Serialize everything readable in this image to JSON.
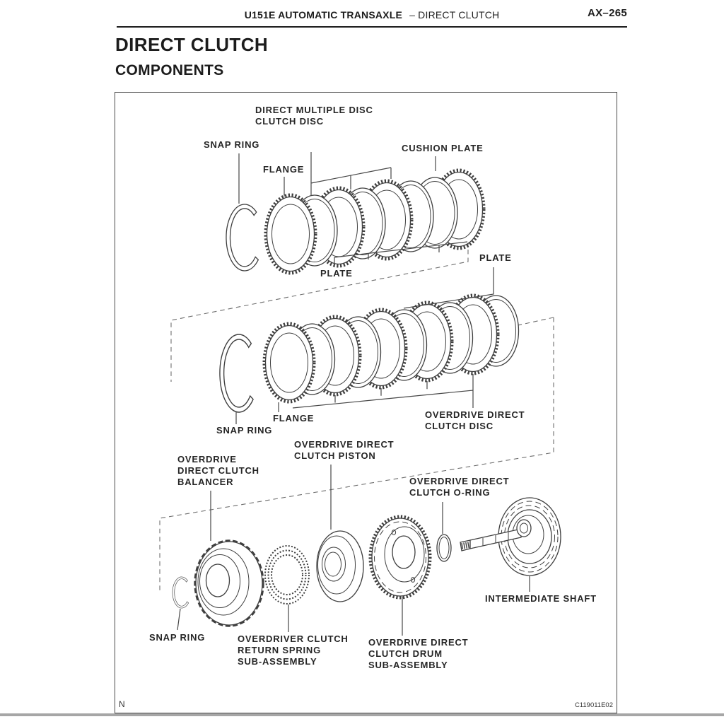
{
  "header": {
    "title_bold": "U151E AUTOMATIC TRANSAXLE",
    "section": "–  DIRECT CLUTCH",
    "page_code": "AX–265"
  },
  "titles": {
    "main": "DIRECT CLUTCH",
    "sub": "COMPONENTS"
  },
  "figure": {
    "footnote": "N",
    "code": "C119011E02",
    "labels": {
      "direct_multiple_disc": {
        "l1": "DIRECT MULTIPLE DISC",
        "l2": "CLUTCH DISC"
      },
      "snap_ring_top": {
        "l1": "SNAP RING"
      },
      "flange_top": {
        "l1": "FLANGE"
      },
      "cushion_plate": {
        "l1": "CUSHION PLATE"
      },
      "plate_right": {
        "l1": "PLATE"
      },
      "plate_bottom": {
        "l1": "PLATE"
      },
      "flange_mid": {
        "l1": "FLANGE"
      },
      "snap_ring_mid": {
        "l1": "SNAP RING"
      },
      "overdrive_direct_clutch_disc": {
        "l1": "OVERDRIVE DIRECT",
        "l2": "CLUTCH DISC"
      },
      "overdrive_direct_clutch_piston": {
        "l1": "OVERDRIVE DIRECT",
        "l2": "CLUTCH PISTON"
      },
      "overdrive_direct_clutch_balancer": {
        "l1": "OVERDRIVE",
        "l2": "DIRECT CLUTCH",
        "l3": "BALANCER"
      },
      "overdrive_direct_clutch_oring": {
        "l1": "OVERDRIVE DIRECT",
        "l2": "CLUTCH O-RING"
      },
      "intermediate_shaft": {
        "l1": "INTERMEDIATE SHAFT"
      },
      "snap_ring_bottom": {
        "l1": "SNAP RING"
      },
      "overdriver_clutch_return_spring": {
        "l1": "OVERDRIVER CLUTCH",
        "l2": "RETURN SPRING",
        "l3": "SUB-ASSEMBLY"
      },
      "overdrive_direct_clutch_drum": {
        "l1": "OVERDRIVE DIRECT",
        "l2": "CLUTCH DRUM",
        "l3": "SUB-ASSEMBLY"
      }
    }
  },
  "colors": {
    "line": "#3f3f3f",
    "text": "#262626",
    "dash": "#6e6e6e"
  }
}
